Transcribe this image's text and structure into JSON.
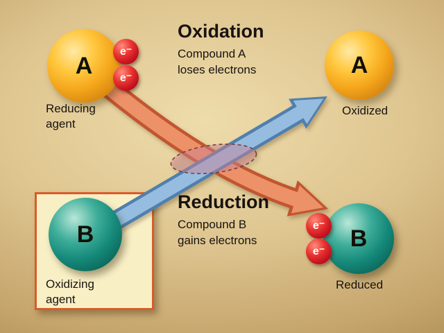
{
  "oxidation": {
    "heading": "Oxidation",
    "desc_line1": "Compound A",
    "desc_line2": "loses electrons"
  },
  "reduction": {
    "heading": "Reduction",
    "desc_line1": "Compound B",
    "desc_line2": "gains electrons"
  },
  "left_a": {
    "label": "A",
    "caption_line1": "Reducing",
    "caption_line2": "agent"
  },
  "right_a": {
    "label": "A",
    "caption": "Oxidized"
  },
  "left_b": {
    "label": "B",
    "caption_line1": "Oxidizing",
    "caption_line2": "agent"
  },
  "right_b": {
    "label": "B",
    "caption": "Reduced"
  },
  "electron_label": "e⁻",
  "colors": {
    "background": "#dfc691",
    "orange_sphere": "#f5a71c",
    "teal_sphere": "#15897a",
    "electron_red": "#c3121f",
    "arrow_orange": "#ec9168",
    "arrow_orange_outline": "#c2552f",
    "arrow_blue": "#96bcdf",
    "arrow_blue_outline": "#4f7fae",
    "highlight_box_fill": "#f9efc5",
    "highlight_box_border": "#d95b2a"
  }
}
